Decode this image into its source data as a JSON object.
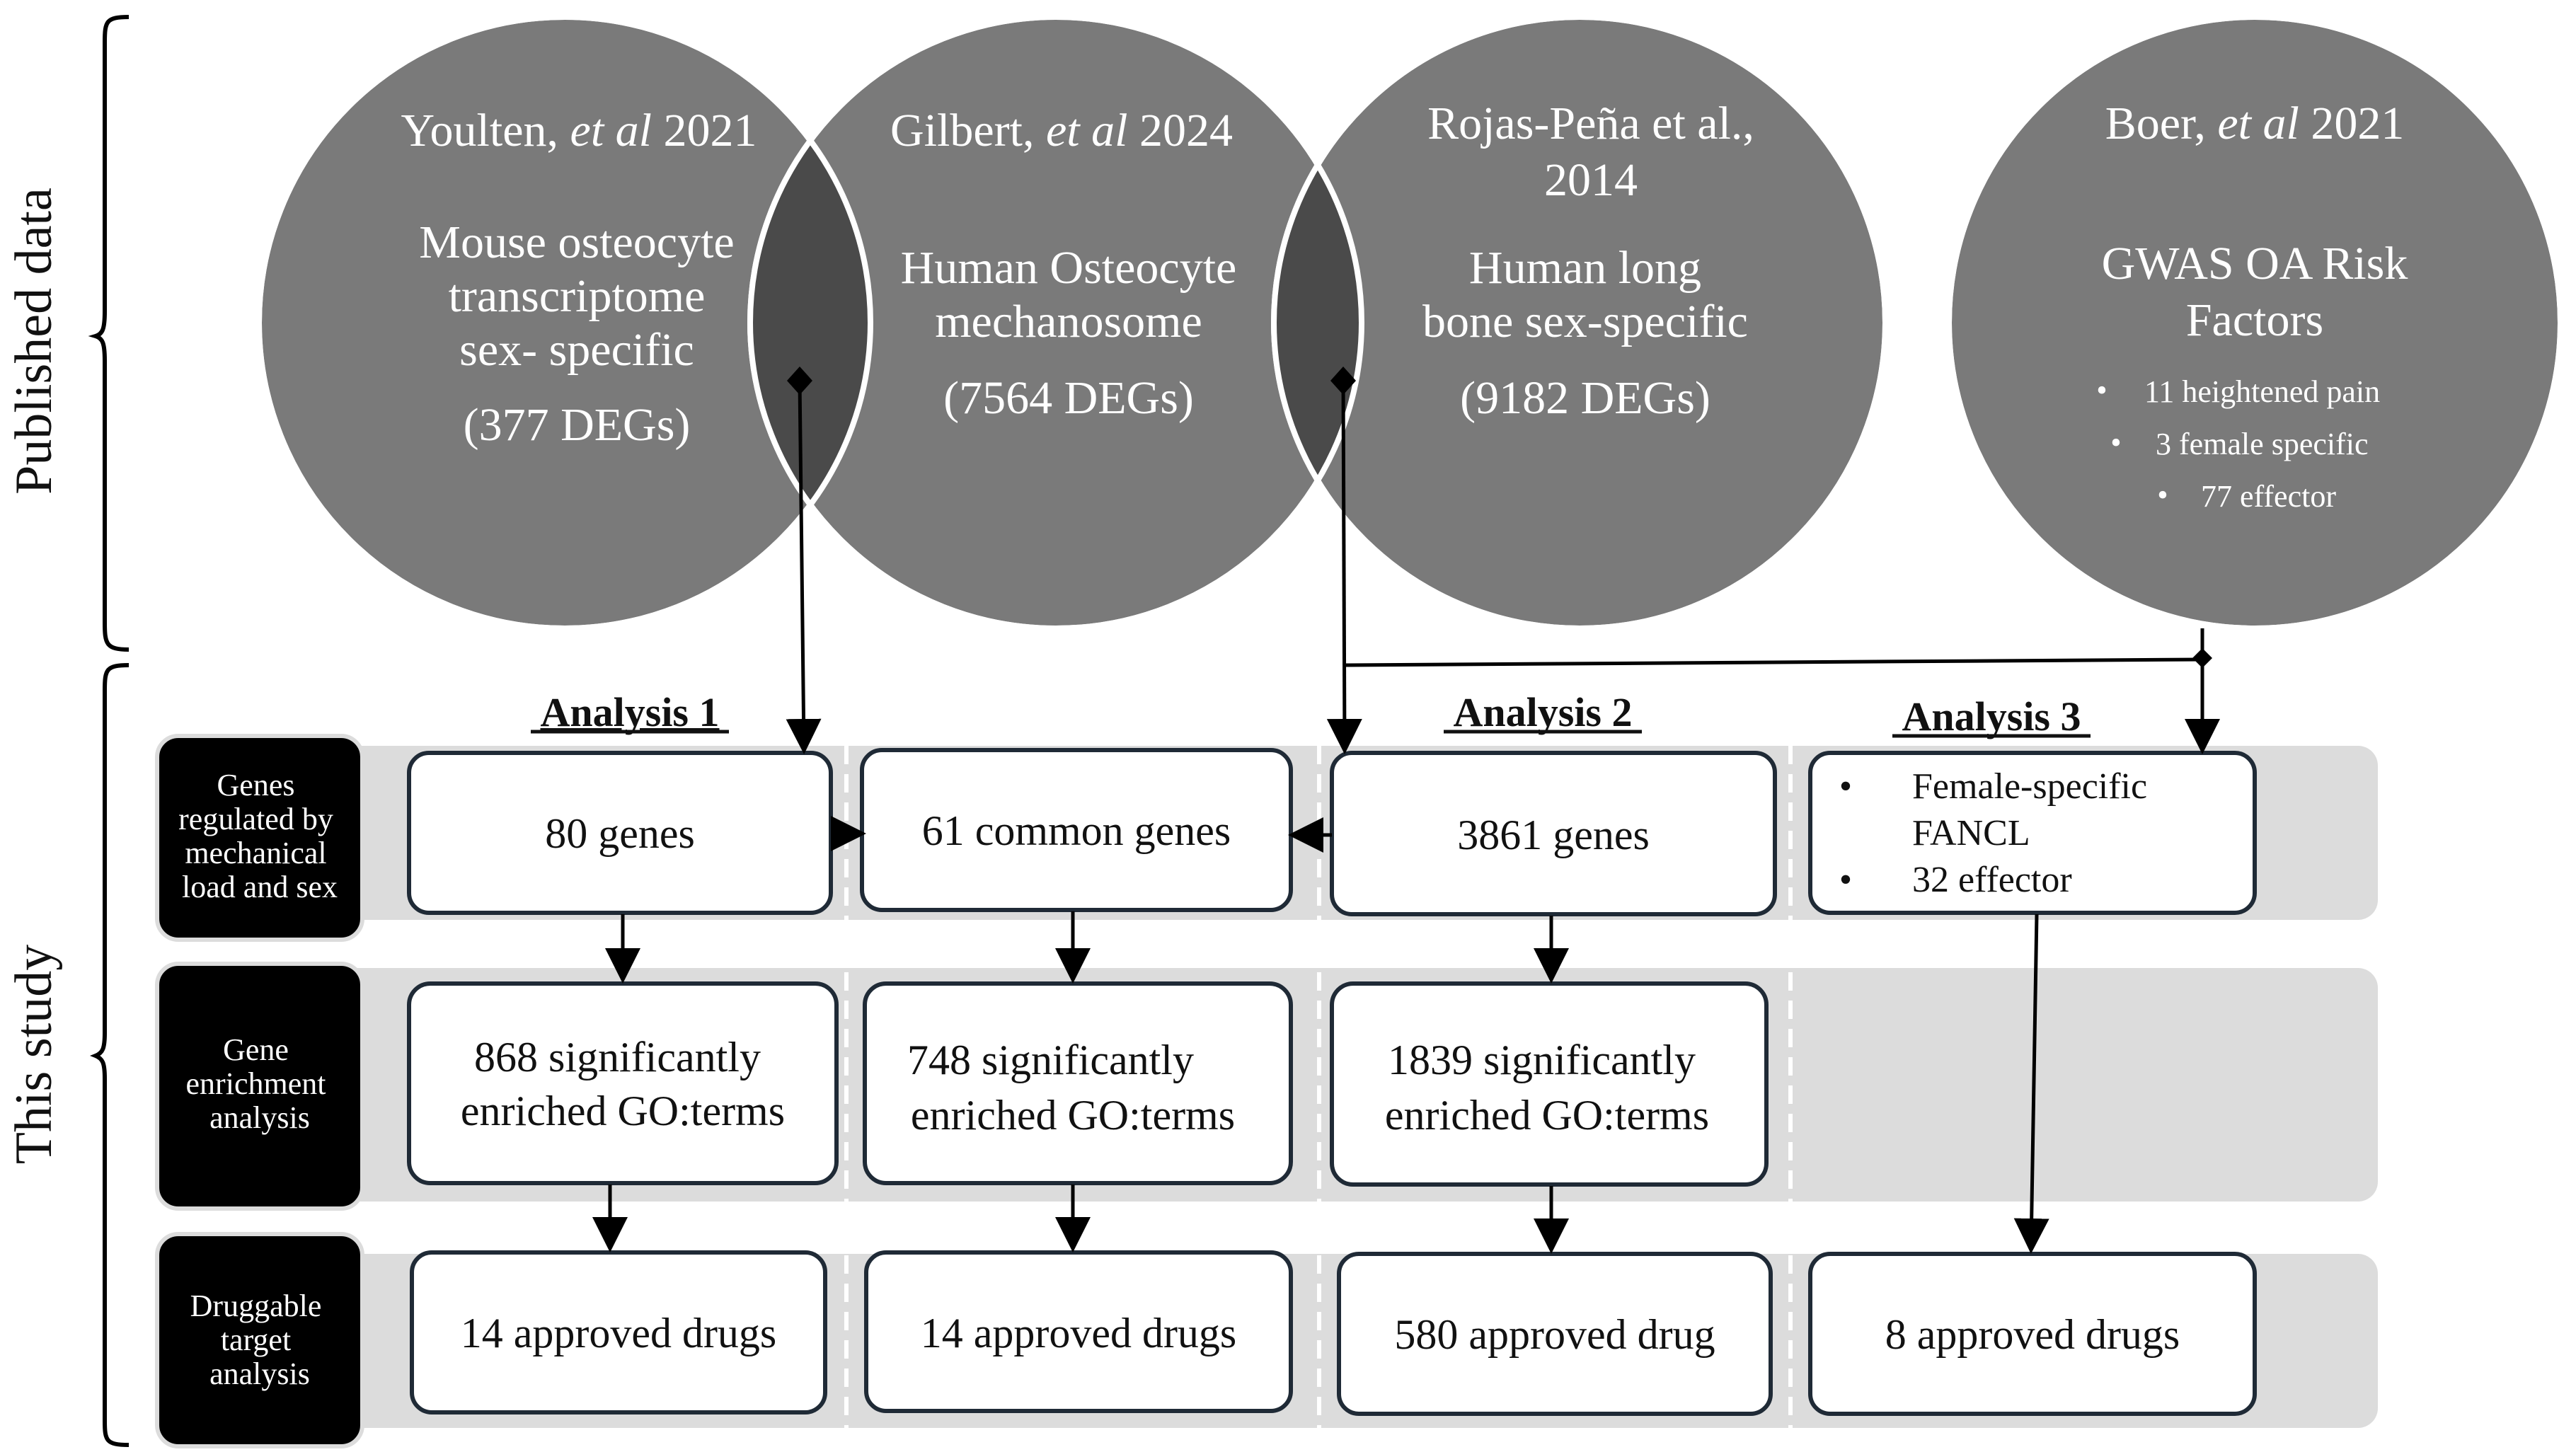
{
  "sections": {
    "published": "Published data",
    "this_study": "This study"
  },
  "circles": [
    {
      "title_name": "Youlten, ",
      "title_italic": "et al",
      "title_year": " 2021",
      "line1": "Mouse osteocyte",
      "line2": "transcriptome",
      "line3": "sex- specific",
      "count": "(377 DEGs)"
    },
    {
      "title_name": "Gilbert, ",
      "title_italic": "et al",
      "title_year": " 2024",
      "line1": "Human Osteocyte",
      "line2": "mechanosome",
      "count": "(7564 DEGs)"
    },
    {
      "title_line1": "Rojas-Peña et al.,",
      "title_line2": "2014",
      "line1": "Human long",
      "line2": "bone sex-specific",
      "count": "(9182 DEGs)"
    },
    {
      "title_name": "Boer, ",
      "title_italic": "et al",
      "title_year": " 2021",
      "line1": "GWAS OA Risk",
      "line2": "Factors",
      "bullets": [
        "11 heightened pain",
        "3 female specific",
        "77 effector"
      ]
    }
  ],
  "analysis_headers": [
    "Analysis 1",
    "Analysis 2",
    "Analysis 3"
  ],
  "row_labels": [
    [
      "Genes",
      "regulated by",
      "mechanical",
      "load and sex"
    ],
    [
      "Gene",
      "enrichment",
      "analysis"
    ],
    [
      "Druggable",
      "target",
      "analysis"
    ]
  ],
  "row1": {
    "a1": "80 genes",
    "common": "61 common genes",
    "a2": "3861 genes",
    "a3_bullet1_line1": "Female-specific",
    "a3_bullet1_line2": "FANCL",
    "a3_bullet2": "32 effector"
  },
  "row2": {
    "a1": [
      "868 significantly",
      "enriched GO:terms"
    ],
    "common": [
      "748 significantly",
      "enriched GO:terms"
    ],
    "a2": [
      "1839 significantly",
      "enriched GO:terms"
    ]
  },
  "row3": {
    "a1": "14 approved drugs",
    "common": "14 approved drugs",
    "a2": "580 approved drug",
    "a3": "8 approved drugs"
  },
  "colors": {
    "circle_fill": "#7a7a7a",
    "circle_overlap": "#4a4a4a",
    "circle_stroke": "#ffffff",
    "band": "#dcdcdc",
    "box_stroke": "#1f2a36",
    "label_bg": "#000000"
  }
}
